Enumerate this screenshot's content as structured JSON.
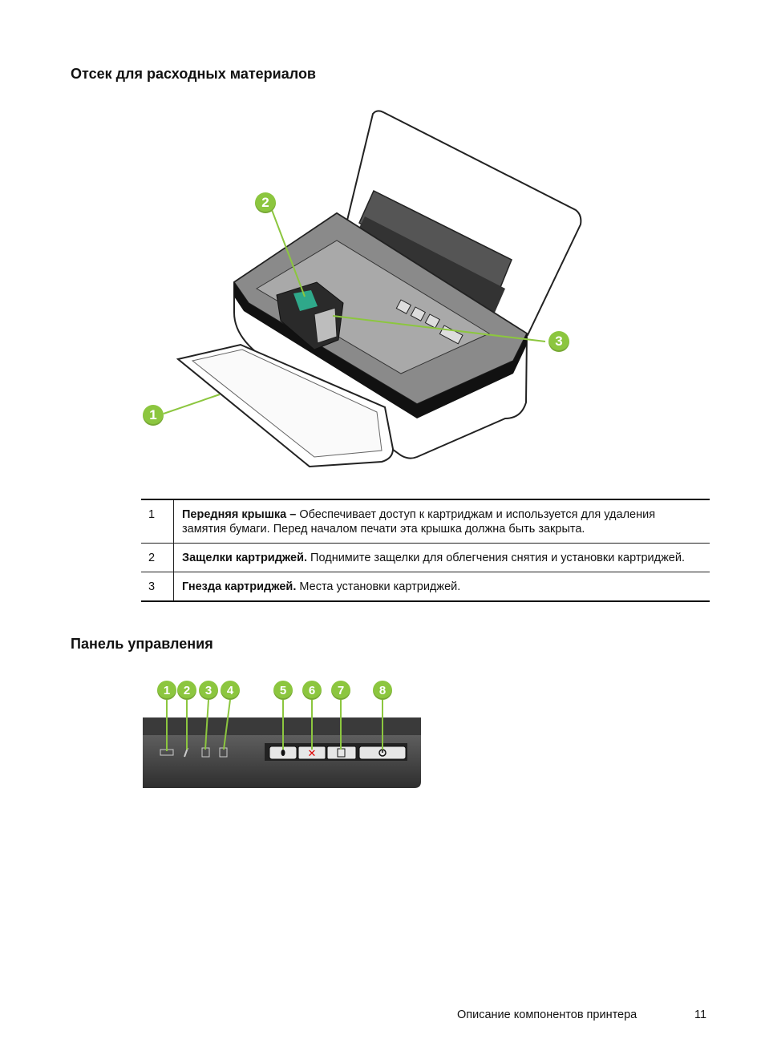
{
  "section1": {
    "title": "Отсек для расходных материалов"
  },
  "figure1": {
    "callouts": [
      "1",
      "2",
      "3"
    ]
  },
  "parts_table": {
    "rows": [
      {
        "num": "1",
        "term": "Передняя крышка –",
        "desc": " Обеспечивает доступ к картриджам и используется для удаления замятия бумаги. Перед началом печати эта крышка должна быть закрыта."
      },
      {
        "num": "2",
        "term": "Защелки картриджей.",
        "desc": " Поднимите защелки для облегчения снятия и установки картриджей."
      },
      {
        "num": "3",
        "term": "Гнезда картриджей.",
        "desc": " Места установки картриджей."
      }
    ]
  },
  "section2": {
    "title": "Панель управления"
  },
  "figure2": {
    "callouts": [
      "1",
      "2",
      "3",
      "4",
      "5",
      "6",
      "7",
      "8"
    ]
  },
  "footer": {
    "title": "Описание компонентов принтера",
    "page": "11"
  }
}
